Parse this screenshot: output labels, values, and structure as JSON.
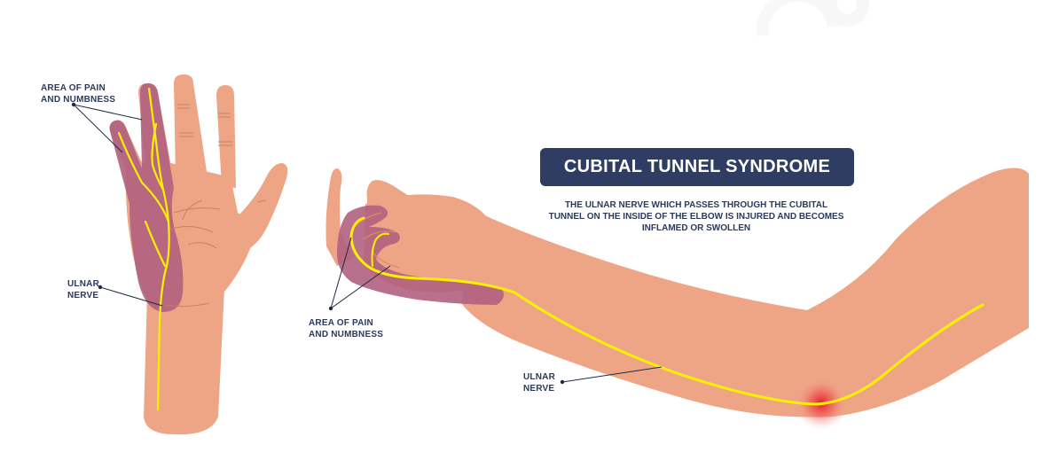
{
  "title": "CUBITAL TUNNEL SYNDROME",
  "description_lines": [
    "THE ULNAR NERVE WHICH PASSES THROUGH THE CUBITAL",
    "TUNNEL ON THE INSIDE OF THE ELBOW IS INJURED AND BECOMES",
    "INFLAMED OR SWOLLEN"
  ],
  "hand_labels": {
    "pain_line1": "AREA OF PAIN",
    "pain_line2": "AND NUMBNESS",
    "nerve_line1": "ULNAR",
    "nerve_line2": "NERVE"
  },
  "arm_labels": {
    "pain_line1": "AREA OF PAIN",
    "pain_line2": "AND NUMBNESS",
    "nerve_line1": "ULNAR",
    "nerve_line2": "NERVE"
  },
  "colors": {
    "skin": "#eda585",
    "skin_line": "#d98b6c",
    "numb_area": "#b0607f",
    "nerve": "#fff100",
    "inflammation": "#e8102a",
    "title_bg": "#2f3d62",
    "text": "#2b3a5c"
  }
}
